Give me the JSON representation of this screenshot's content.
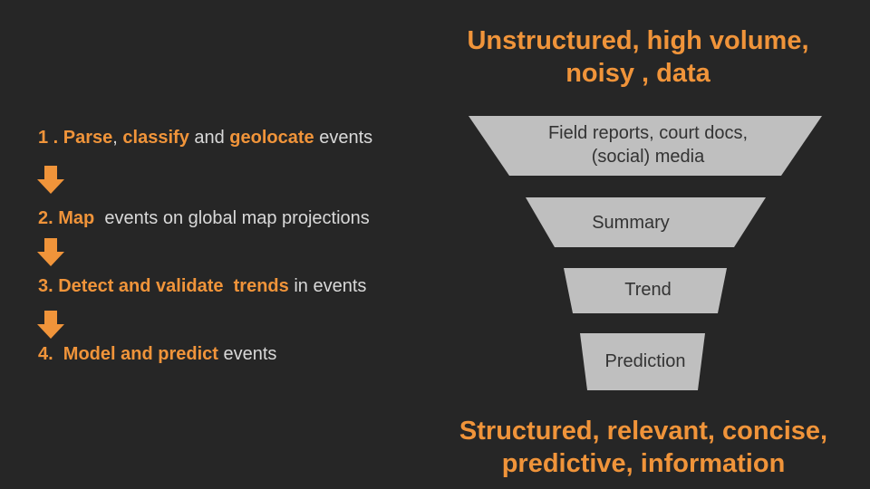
{
  "steps": [
    {
      "parts": [
        {
          "text": "1 . Parse",
          "hl": true
        },
        {
          "text": ", ",
          "hl": false
        },
        {
          "text": "classify",
          "hl": true
        },
        {
          "text": " and ",
          "hl": false
        },
        {
          "text": "geolocate",
          "hl": true
        },
        {
          "text": " events",
          "hl": false
        }
      ]
    },
    {
      "parts": [
        {
          "text": "2. Map",
          "hl": true
        },
        {
          "text": "  events on global map projections",
          "hl": false
        }
      ]
    },
    {
      "parts": [
        {
          "text": "3. Detect and validate  trends",
          "hl": true
        },
        {
          "text": " in events",
          "hl": false
        }
      ]
    },
    {
      "parts": [
        {
          "text": "4.  Model and predict",
          "hl": true
        },
        {
          "text": " events",
          "hl": false
        }
      ]
    }
  ],
  "funnel": {
    "top_title_line1": "Unstructured, high volume,",
    "top_title_line2": "noisy , data",
    "bottom_title_line1": "Structured, relevant, concise,",
    "bottom_title_line2": "predictive, information",
    "levels": [
      {
        "line1": "Field reports, court docs,",
        "line2": "(social) media"
      },
      {
        "line1": "Summary"
      },
      {
        "line1": "Trend"
      },
      {
        "line1": "Prediction"
      }
    ]
  },
  "colors": {
    "background": "#262626",
    "accent": "#f0943a",
    "text": "#d9d9d9",
    "funnel_fill": "#bfbfbf",
    "funnel_text": "#333333"
  },
  "icons": {
    "step_arrow": "arrow-down-icon"
  }
}
